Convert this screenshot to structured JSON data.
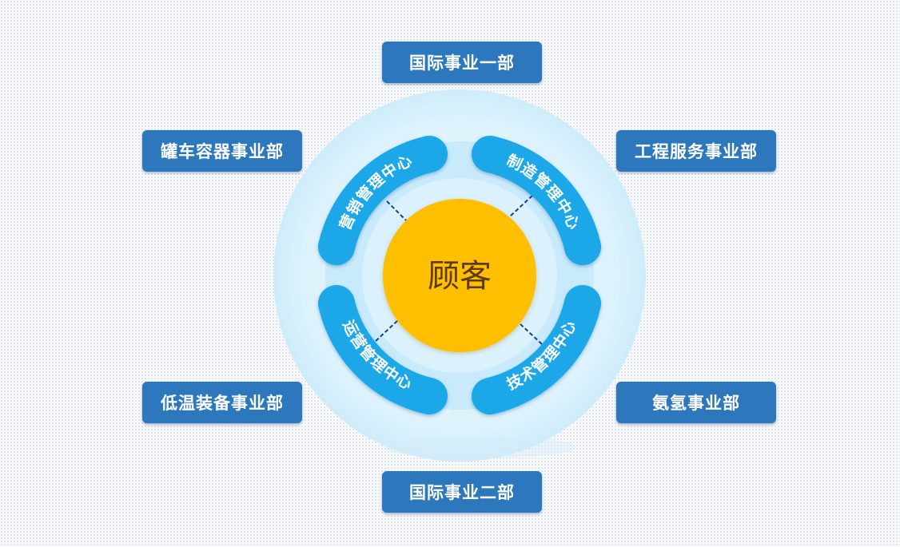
{
  "center": {
    "label": "顾客"
  },
  "centers": [
    {
      "id": "marketing",
      "label": "营销管理中心"
    },
    {
      "id": "manufacturing",
      "label": "制造管理中心"
    },
    {
      "id": "operations",
      "label": "运营管理中心"
    },
    {
      "id": "technology",
      "label": "技术管理中心"
    }
  ],
  "departments": {
    "intl1": "国际事业一部",
    "tank": "罐车容器事业部",
    "engineering": "工程服务事业部",
    "lowtemp": "低温装备事业部",
    "hydrogen": "氨氢事业部",
    "intl2": "国际事业二部"
  },
  "colors": {
    "department_box": "#2d78bd",
    "arc_segment": "#1aa7e8",
    "center_circle": "#fdbf00",
    "outer_halo": "#dcf2fc",
    "inner_ring": "#bfe6f8",
    "connector": "#1c3f7a"
  }
}
